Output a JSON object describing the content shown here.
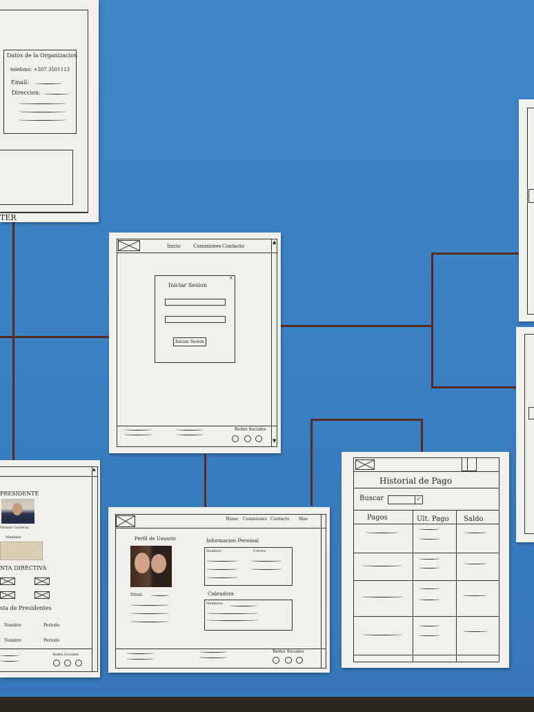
{
  "top_left_sheet": {
    "org_title": "Datos de la Organizacion",
    "telefono": "telefono: +507 3501113",
    "email": "Email:",
    "direccion": "Direccion:",
    "footer": "TER"
  },
  "login_sheet": {
    "nav": [
      "Inicio",
      "Comisiones",
      "Contacto"
    ],
    "dialog_title": "Iniciar Sesion",
    "button": "Iniciar Sesion",
    "redes": "Redes Sociales"
  },
  "president_sheet": {
    "presidente": "PRESIDENTE",
    "name": "Nelson Carreras",
    "mandato": "Mandato",
    "junta": "NTA DIRECTIVA",
    "lista": "sta de Presidentes",
    "nombre": "Nombre",
    "periodo": "Periodo",
    "redes": "Redes Sociales"
  },
  "profile_sheet": {
    "nav": [
      "Home",
      "Comisiones",
      "Contacto",
      "Mas"
    ],
    "perfil": "Perfil de Usuario",
    "info": "Informacion Personal",
    "nombre": "Nombre:",
    "correo": "Correo:",
    "nivel": "Nivel:",
    "cobradora": "Cobradora",
    "nombres": "Nombres:",
    "redes": "Redes Sociales"
  },
  "payment_sheet": {
    "title": "Historial de Pago",
    "buscar": "Buscar",
    "columns": [
      "Pagos",
      "Ult. Pago",
      "Saldo"
    ]
  }
}
